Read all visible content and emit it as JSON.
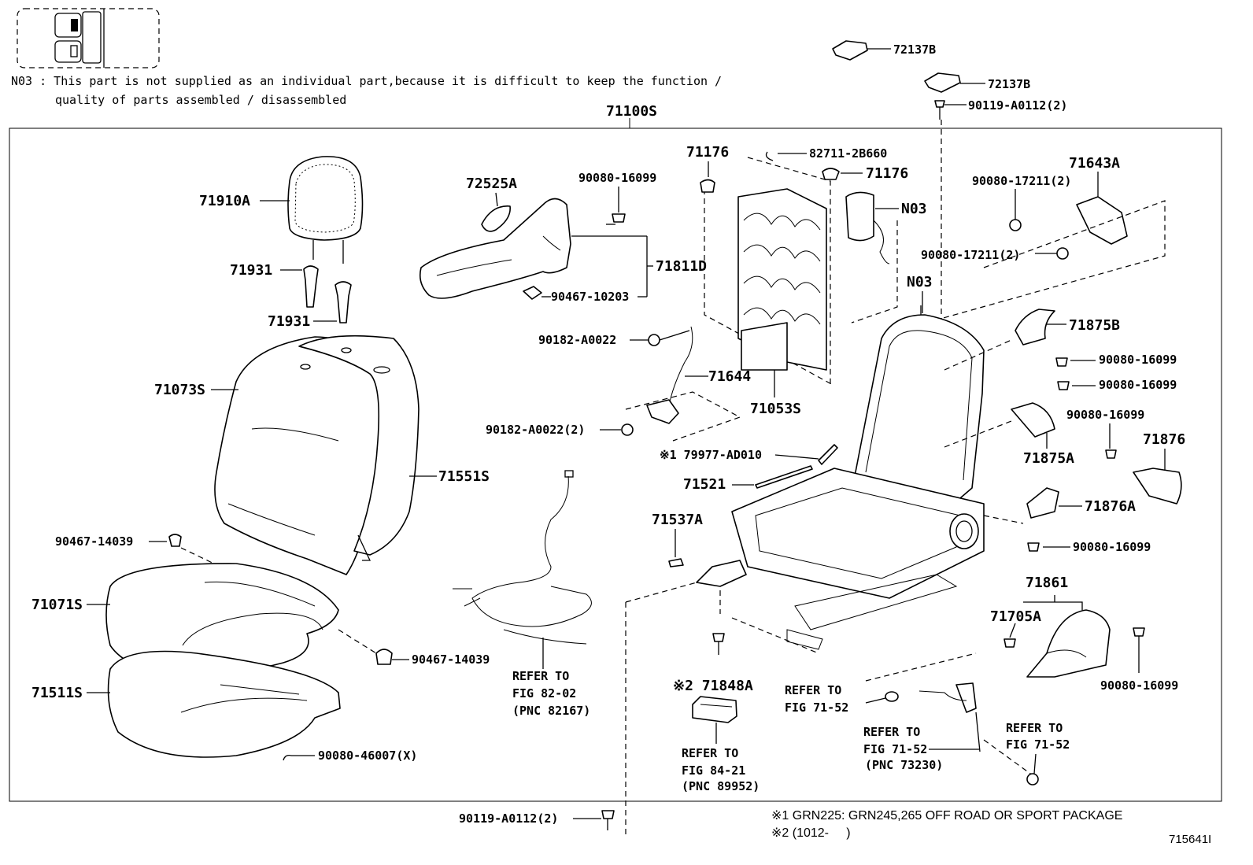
{
  "note": {
    "code": "N03",
    "line1": ": This part is not supplied as an individual part,because it is difficult to keep the function /",
    "line2": "quality of parts assembled / disassembled"
  },
  "assembly_label": "71100S",
  "labels": {
    "p72137B_1": "72137B",
    "p72137B_2": "72137B",
    "p90119_top": "90119-A0112(2)",
    "p71910A": "71910A",
    "p71931_a": "71931",
    "p71931_b": "71931",
    "p71073S": "71073S",
    "p71551S": "71551S",
    "p90467_14039_a": "90467-14039",
    "p71071S": "71071S",
    "p90467_14039_b": "90467-14039",
    "p71511S": "71511S",
    "p90080_46007": "90080-46007(X)",
    "p72525A": "72525A",
    "p90080_16099_top": "90080-16099",
    "p71811D": "71811D",
    "p90467_10203": "90467-10203",
    "p90182_A0022": "90182-A0022",
    "p71644": "71644",
    "p90182_A0022_2": "90182-A0022(2)",
    "p71176_a": "71176",
    "p82711": "82711-2B660",
    "p71176_b": "71176",
    "pN03_a": "N03",
    "pN03_b": "N03",
    "p71053S": "71053S",
    "p179977": "※1 79977-AD010",
    "p71521": "71521",
    "p71537A": "71537A",
    "p71848A": "※2 71848A",
    "p71643A": "71643A",
    "p90080_17211_a": "90080-17211(2)",
    "p90080_17211_b": "90080-17211(2)",
    "p71875B": "71875B",
    "p90080_16099_r1": "90080-16099",
    "p90080_16099_r2": "90080-16099",
    "p90080_16099_r3": "90080-16099",
    "p71876": "71876",
    "p71875A": "71875A",
    "p71876A": "71876A",
    "p90080_16099_r4": "90080-16099",
    "p71861": "71861",
    "p71705A": "71705A",
    "p90080_16099_r5": "90080-16099",
    "p90119_bottom": "90119-A0112(2)"
  },
  "references": {
    "fig82": [
      "REFER TO",
      "FIG 82-02",
      "(PNC 82167)"
    ],
    "fig84": [
      "REFER TO",
      "FIG 84-21",
      "(PNC 89952)"
    ],
    "fig71_a": [
      "REFER TO",
      "FIG 71-52"
    ],
    "fig71_b": [
      "REFER TO",
      "FIG 71-52",
      "(PNC 73230)"
    ],
    "fig71_c": [
      "REFER TO",
      "FIG 71-52"
    ]
  },
  "footnotes": {
    "f1": "※1 GRN225: GRN245,265 OFF ROAD OR SPORT PACKAGE",
    "f2": "※2 (1012-     )"
  },
  "figure_id": "715641I"
}
